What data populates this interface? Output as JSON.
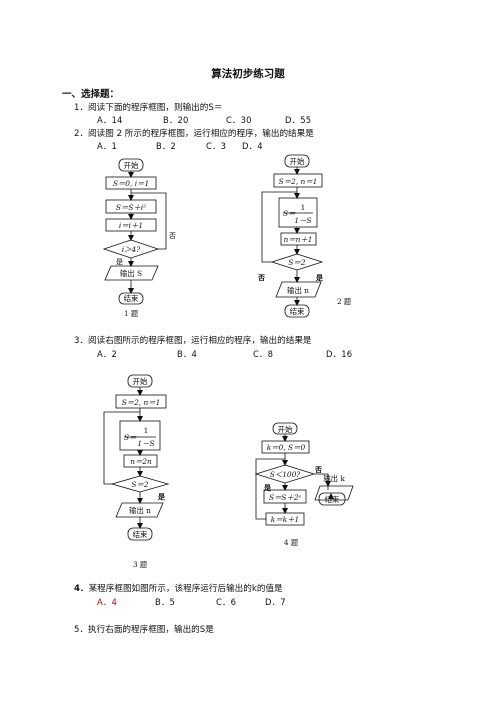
{
  "title": "算法初步练习题",
  "section": "一、选择题：",
  "q1": {
    "text": "1．阅读下面的程序框图，则输出的S＝",
    "options": [
      "A．14",
      "B．20",
      "C．30",
      "D．55"
    ]
  },
  "q2": {
    "text": "2．阅读图 2 所示的程序框图，运行相应的程序，输出的结果是",
    "options": [
      "A．1",
      "B．2",
      "C．3",
      "D．4"
    ]
  },
  "q3": {
    "text": "3．阅读右图所示的程序框图，运行相应的程序，输出的结果是",
    "options": [
      "A．2",
      "B．4",
      "C．8",
      "D．16"
    ]
  },
  "q4": {
    "num": "4．",
    "text": "某程序框图如图所示，该程序运行后输出的k的值是",
    "options": [
      "A．4",
      "B．5",
      "C．6",
      "D．7"
    ]
  },
  "q5": {
    "text": "5．执行右面的程序框图，输出的S是"
  },
  "fig1": {
    "start": "开始",
    "init": "S＝0, i＝1",
    "body": "S＝S＋i²",
    "inc": "i＝i＋1",
    "cond": "i＞4?",
    "no": "否",
    "yes": "是",
    "output": "输出 S",
    "end": "结束",
    "caption": "1 题"
  },
  "fig2": {
    "start": "开始",
    "init": "S＝2, n＝1",
    "s_lhs": "S＝",
    "num": "1",
    "den": "1－S",
    "inc": "n＝n＋1",
    "cond": "S＝2",
    "no": "否",
    "yes": "是",
    "output": "输出 n",
    "end": "结束",
    "caption": "2 题"
  },
  "fig3": {
    "start": "开始",
    "init": "S＝2, n＝1",
    "s_lhs": "S＝",
    "num": "1",
    "den": "1－S",
    "inc": "n＝2n",
    "cond": "S＝2",
    "yes": "是",
    "output": "输出 n",
    "end": "结束",
    "caption": "3 题"
  },
  "fig4": {
    "start": "开始",
    "init": "k＝0, S＝0",
    "cond": "S＜100?",
    "yes": "是",
    "no": "否",
    "body": "S＝S＋2ˢ",
    "inc": "k＝k＋1",
    "output": "输出 k",
    "end": "结束",
    "caption": "4 题"
  }
}
